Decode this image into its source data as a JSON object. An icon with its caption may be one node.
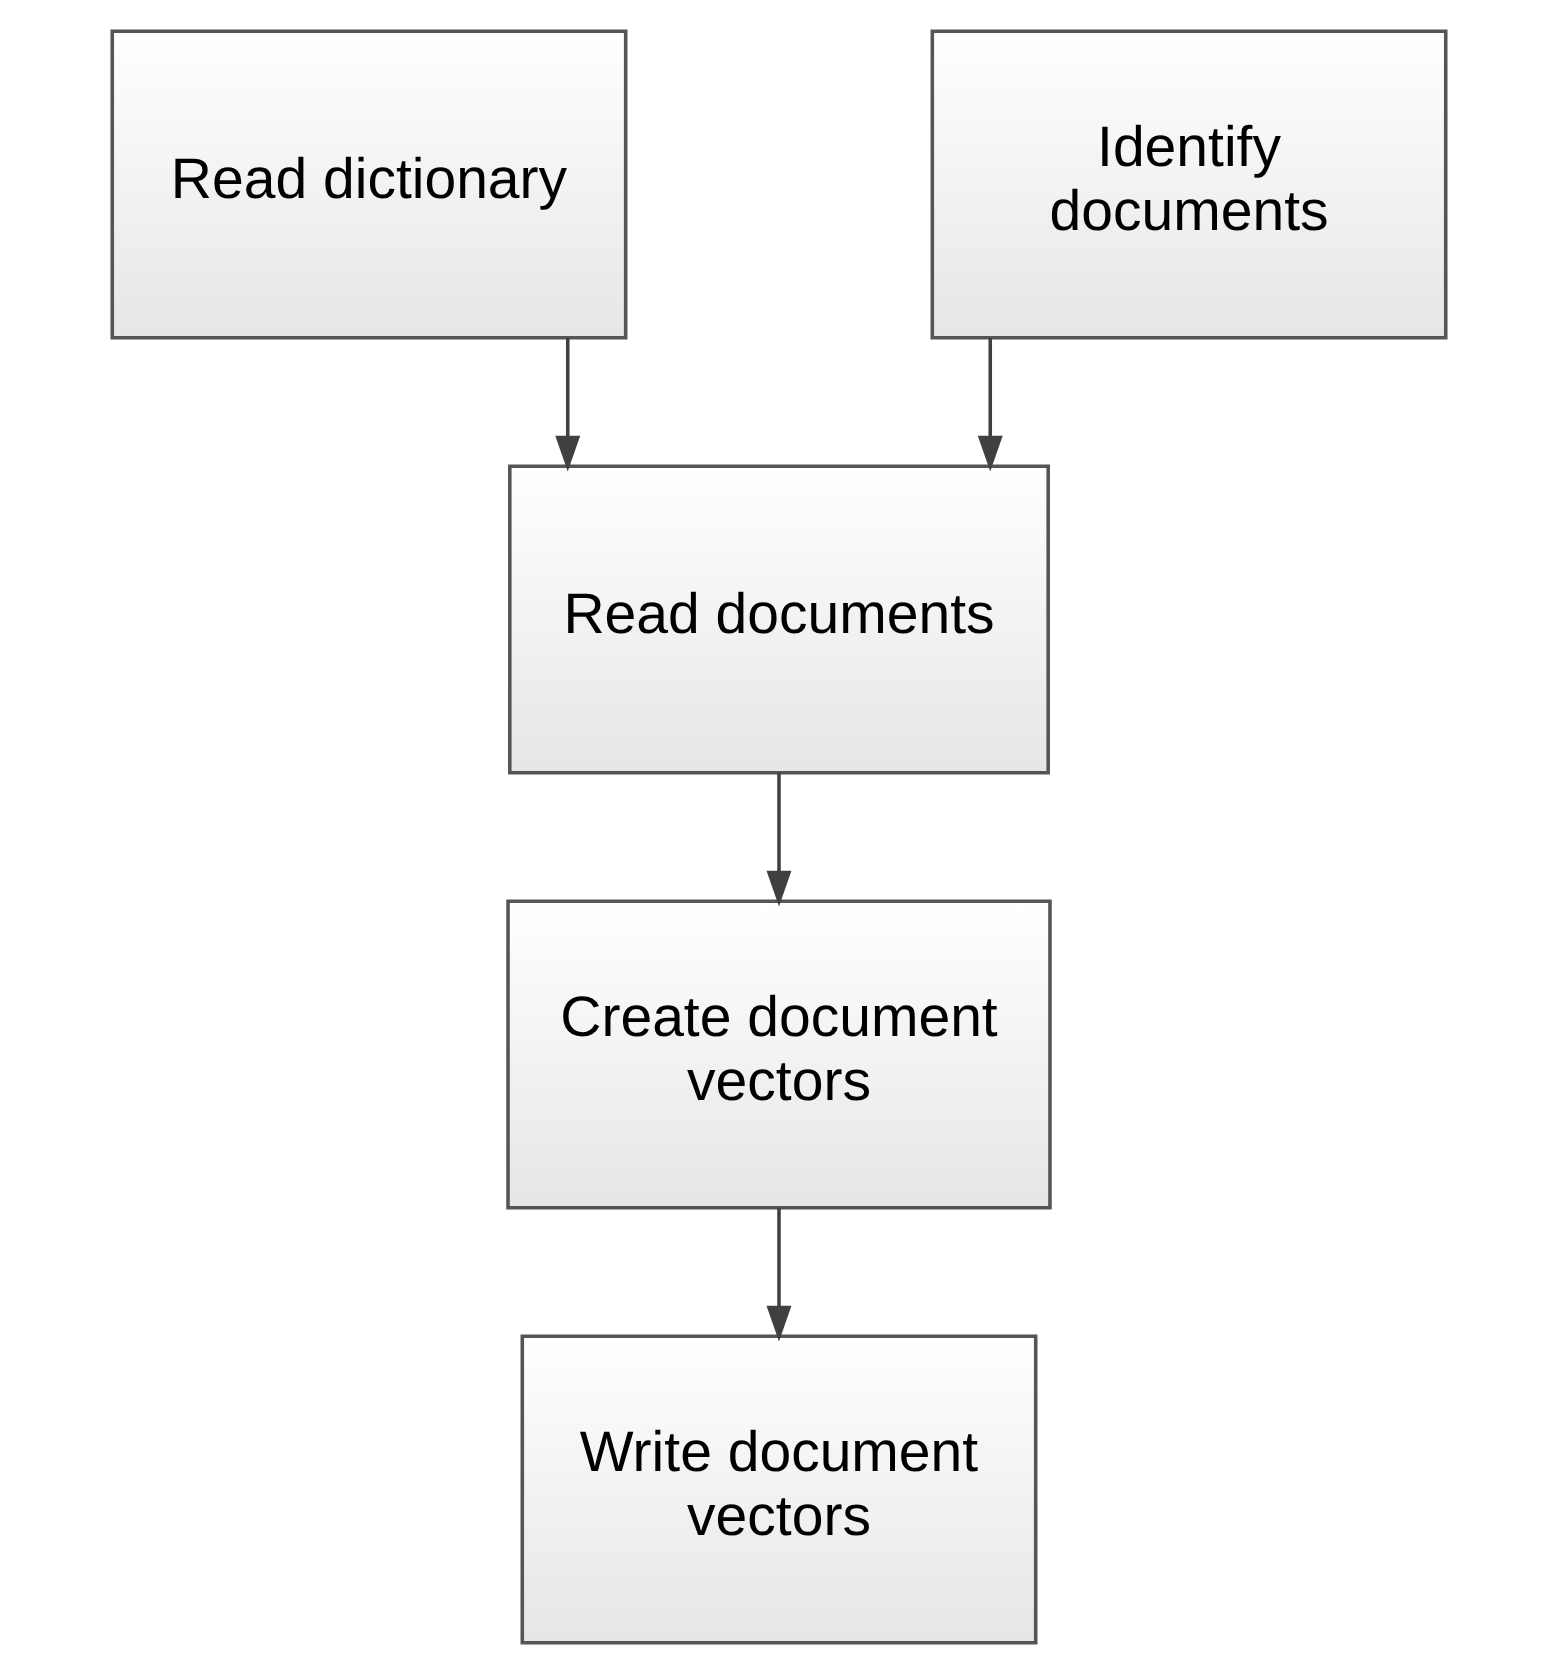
{
  "diagram": {
    "nodes": [
      {
        "text": [
          "Read dictionary"
        ]
      },
      {
        "text": [
          "Identify documents"
        ]
      },
      {
        "text": [
          "Read documents"
        ]
      },
      {
        "text": [
          "Create document vectors"
        ]
      },
      {
        "text": [
          "Write document vectors"
        ]
      }
    ],
    "edges": [
      {
        "from": 0,
        "to": 2,
        "arrow": "to"
      },
      {
        "from": 1,
        "to": 2,
        "arrow": "to"
      },
      {
        "from": 2,
        "to": 3,
        "arrow": "to"
      },
      {
        "from": 3,
        "to": 4,
        "arrow": "to"
      }
    ]
  }
}
